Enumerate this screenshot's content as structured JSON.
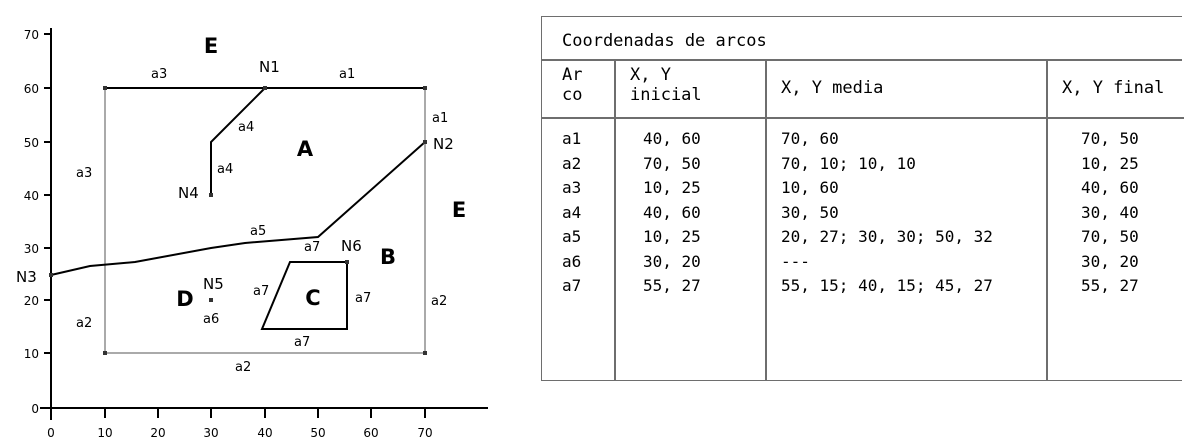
{
  "diagram": {
    "y_ticks": [
      "70",
      "60",
      "50",
      "40",
      "30",
      "20",
      "10",
      "0"
    ],
    "x_ticks": [
      "0",
      "10",
      "20",
      "30",
      "40",
      "50",
      "60",
      "70"
    ],
    "polygons": [
      "E",
      "A",
      "E",
      "B",
      "C",
      "D"
    ],
    "nodes": [
      "N1",
      "N2",
      "N3",
      "N4",
      "N5",
      "N6"
    ],
    "arc_labels": [
      "a3",
      "a1",
      "a1",
      "a4",
      "a4",
      "a3",
      "a5",
      "a7",
      "a7",
      "a7",
      "a7",
      "a6",
      "a2",
      "a2",
      "a2"
    ]
  },
  "table": {
    "title": "Coordenadas de arcos",
    "headers": [
      [
        "Ar",
        "co"
      ],
      [
        "X, Y",
        "inicial"
      ],
      [
        "X, Y media"
      ],
      [
        "X, Y final"
      ]
    ],
    "rows": [
      [
        "a1",
        "40, 60",
        "70, 60",
        "70, 50"
      ],
      [
        "a2",
        "70, 50",
        "70, 10; 10, 10",
        "10, 25"
      ],
      [
        "a3",
        "10, 25",
        "10, 60",
        "40, 60"
      ],
      [
        "a4",
        "40, 60",
        "30, 50",
        "30, 40"
      ],
      [
        "a5",
        "10, 25",
        "20, 27; 30, 30; 50, 32",
        "70, 50"
      ],
      [
        "a6",
        "30, 20",
        "---",
        "30, 20"
      ],
      [
        "a7",
        "55, 27",
        "55, 15; 40, 15; 45, 27",
        "55, 27"
      ]
    ]
  }
}
